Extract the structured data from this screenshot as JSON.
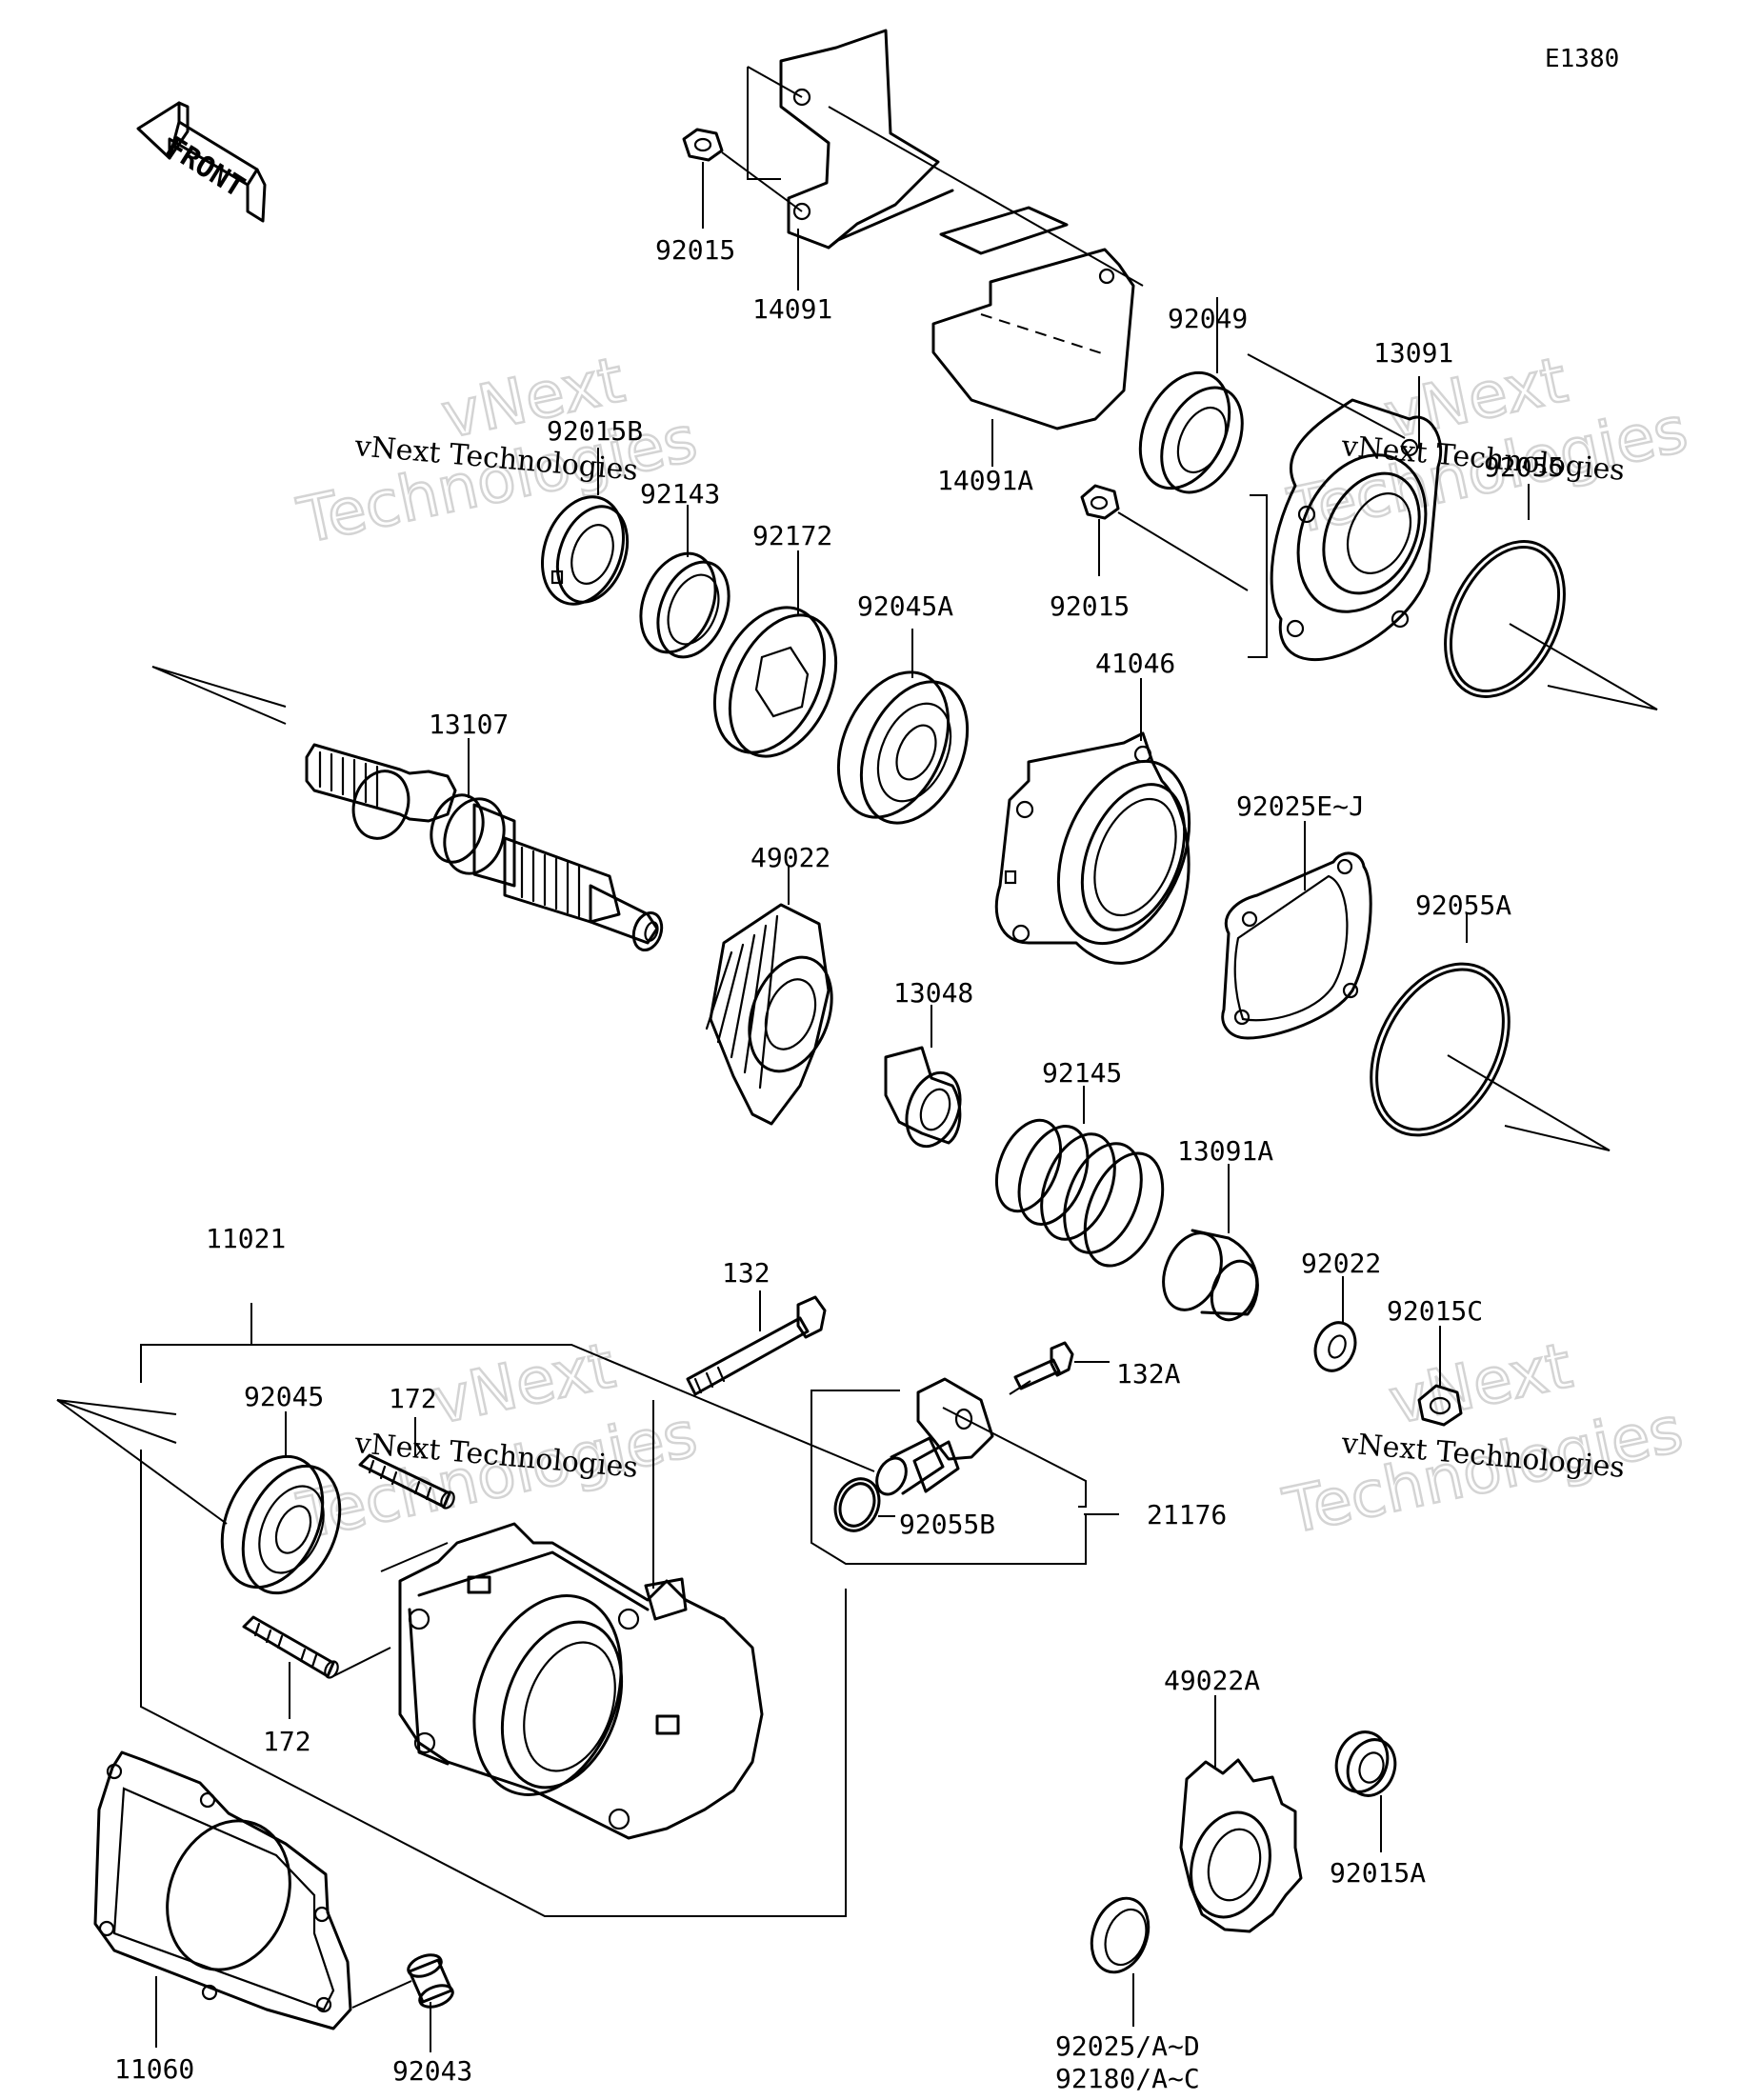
{
  "diagram_ref": "E1380",
  "front_arrow_label": "FRONT",
  "watermark": {
    "brand": "vNext Technologies",
    "line1": "vNext",
    "line2": "Technologies"
  },
  "labels": {
    "p92015_top": "92015",
    "p14091": "14091",
    "p92049": "92049",
    "p13091": "13091",
    "p14091A": "14091A",
    "p92015B": "92015B",
    "p92143": "92143",
    "p92172": "92172",
    "p92045A": "92045A",
    "p92015_mid": "92015",
    "p92055": "92055",
    "p41046": "41046",
    "p13107": "13107",
    "p49022": "49022",
    "p92025EJ": "92025E~J",
    "p92055A": "92055A",
    "p13048": "13048",
    "p92145": "92145",
    "p13091A": "13091A",
    "p92022": "92022",
    "p92015C": "92015C",
    "p11021": "11021",
    "p132": "132",
    "p132A": "132A",
    "p92045": "92045",
    "p172_top": "172",
    "p21176": "21176",
    "p92055B": "92055B",
    "p172_bot": "172",
    "p49022A": "49022A",
    "p92015A": "92015A",
    "p11060": "11060",
    "p92043": "92043",
    "p92025AD": "92025/A~D",
    "p92180AC": "92180/A~C"
  }
}
